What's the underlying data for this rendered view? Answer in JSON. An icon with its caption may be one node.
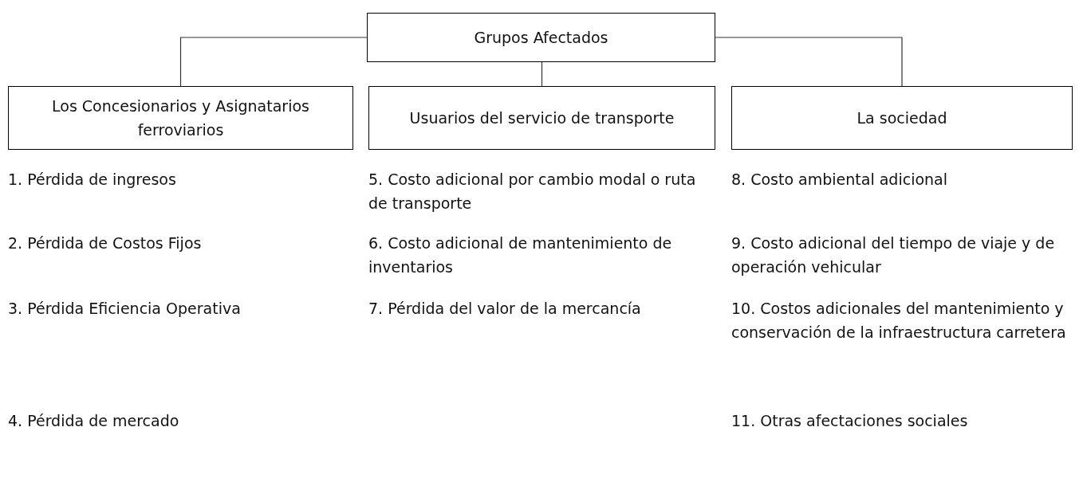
{
  "diagram": {
    "nodes": [
      {
        "text": [
          "Grupos Afectados"
        ]
      },
      {
        "text": [
          "Los Concesionarios y Asignatarios ferroviarios"
        ]
      },
      {
        "text": [
          "Usuarios del servicio de transporte"
        ]
      },
      {
        "text": [
          "La sociedad"
        ]
      }
    ],
    "edges": [
      {
        "from": 0,
        "to": 1,
        "arrow": "none"
      },
      {
        "from": 0,
        "to": 2,
        "arrow": "none"
      },
      {
        "from": 0,
        "to": 3,
        "arrow": "none"
      }
    ],
    "labels": [
      "1. Pérdida de ingresos",
      "5. Costo adicional por cambio modal o ruta de transporte",
      "8. Costo ambiental adicional",
      "2. Pérdida de Costos Fijos",
      "6. Costo adicional de mantenimiento de inventarios",
      "9. Costo adicional del tiempo de viaje y de operación vehicular",
      "3. Pérdida Eficiencia Operativa",
      "7. Pérdida del valor de la mercancía",
      "10. Costos adicionales del mantenimiento y conservación de la infraestructura carretera",
      "4. Pérdida de mercado",
      "11. Otras afectaciones sociales"
    ]
  }
}
